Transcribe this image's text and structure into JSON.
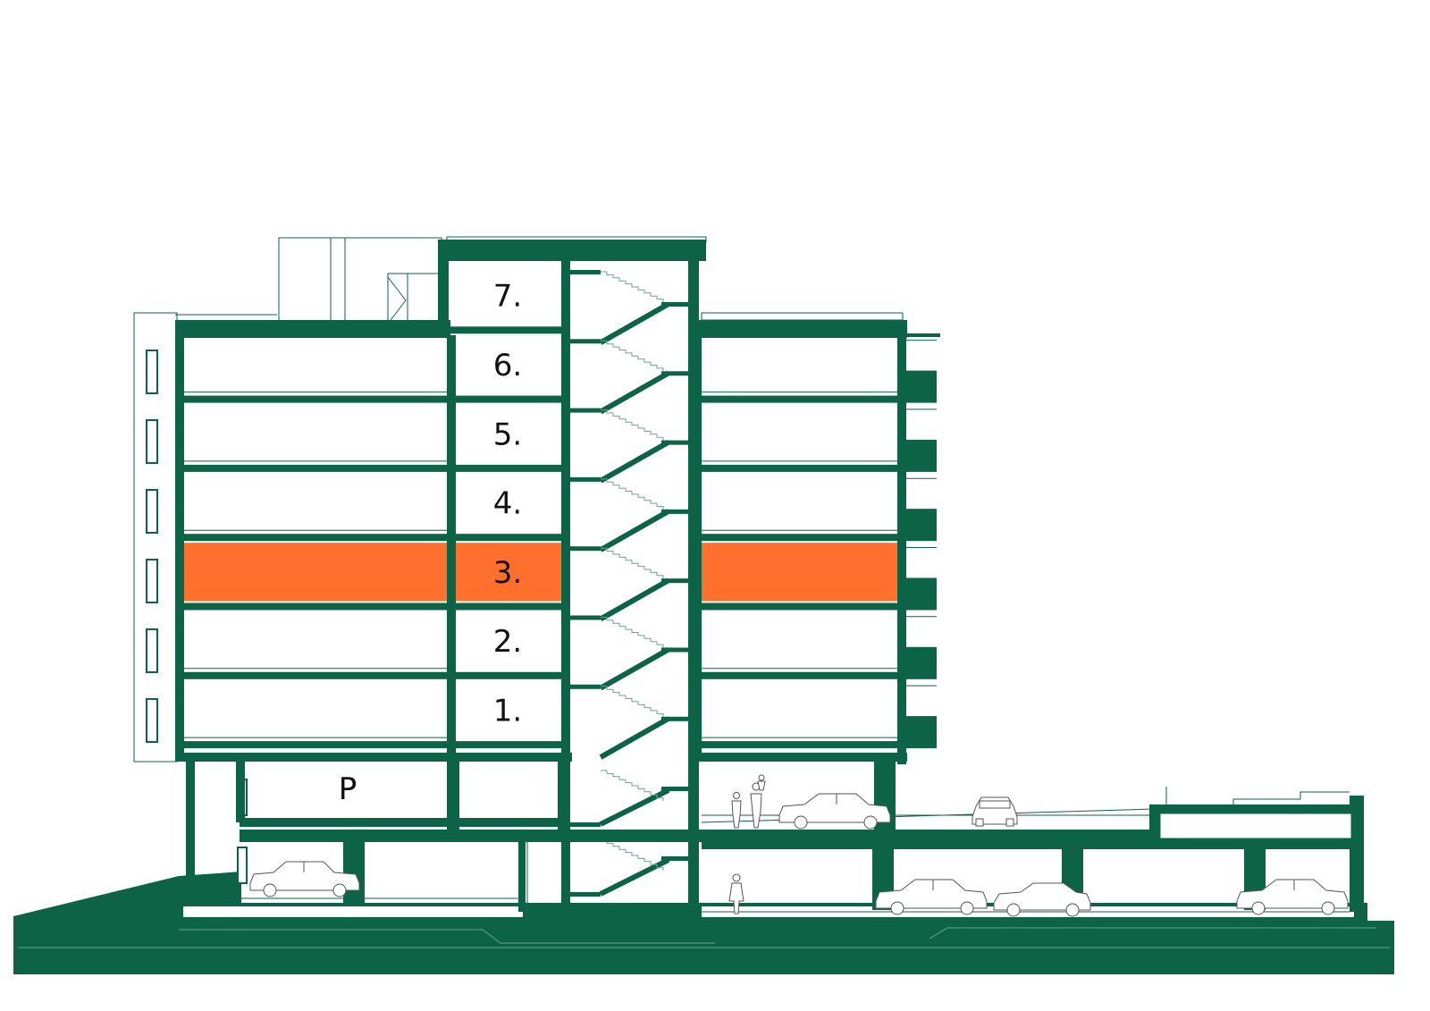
{
  "diagram": {
    "colors": {
      "structure": "#0d6345",
      "highlight": "#ff6f2e",
      "background": "#ffffff",
      "detail_line": "#555555"
    },
    "floors": [
      {
        "label": "7.",
        "highlighted": false
      },
      {
        "label": "6.",
        "highlighted": false
      },
      {
        "label": "5.",
        "highlighted": false
      },
      {
        "label": "4.",
        "highlighted": false
      },
      {
        "label": "3.",
        "highlighted": true
      },
      {
        "label": "2.",
        "highlighted": false
      },
      {
        "label": "1.",
        "highlighted": false
      }
    ],
    "parking_label": "P",
    "highlighted_floor": "3."
  }
}
